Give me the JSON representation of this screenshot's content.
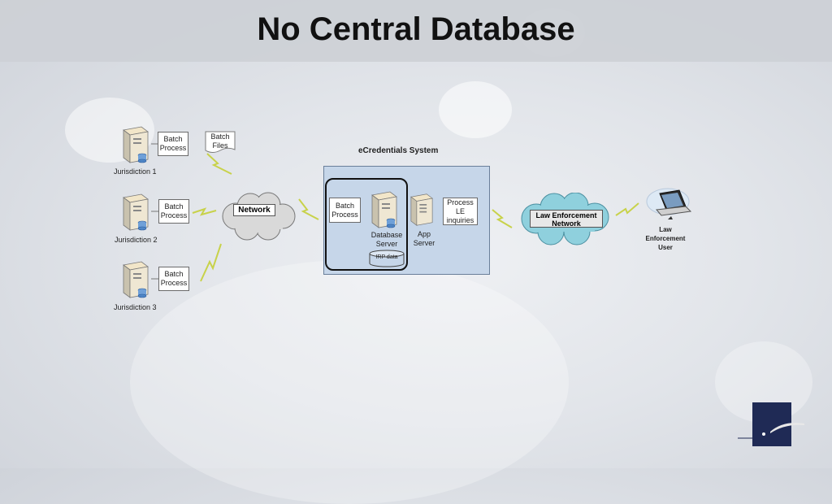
{
  "slide": {
    "title": "No Central Database"
  },
  "diagram": {
    "system_title": "eCredentials System",
    "jurisdictions": [
      {
        "name": "Jurisdiction 1",
        "process": "Batch Process"
      },
      {
        "name": "Jurisdiction 2",
        "process": "Batch Process"
      },
      {
        "name": "Jurisdiction 3",
        "process": "Batch Process"
      }
    ],
    "batch_files": "Batch Files",
    "network": "Network",
    "system": {
      "batch_process": "Batch Process",
      "database_server": "Database Server",
      "irp_data": "IRP data",
      "process_le": "Process LE inquiries",
      "app_server": "App Server"
    },
    "le_network": "Law Enforcement Network",
    "le_user": "Law Enforcement User"
  },
  "colors": {
    "title_bar": "#cdd0d6",
    "system_frame": "#c6d6e9",
    "cross": "#e02a2a",
    "cloud_grey": "#d9d9d9",
    "cloud_teal": "#8fd0dd",
    "logo": "#1f2a55"
  }
}
